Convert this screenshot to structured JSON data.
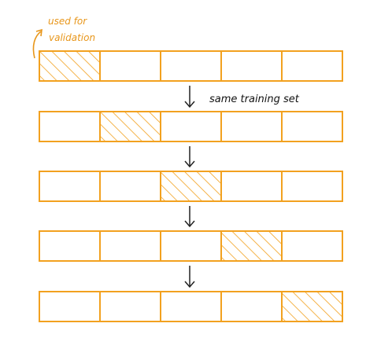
{
  "colors": {
    "fold_stroke": "#f2a11f",
    "hatch": "#f2a11f",
    "annotation_text": "#e8961a",
    "arrow": "#222222",
    "caption_text": "#111111",
    "background": "#ffffff"
  },
  "annotation": {
    "line1": "used for",
    "line2": "validation"
  },
  "caption": "same training set",
  "folds": {
    "count_per_row": 5,
    "rows": [
      {
        "validation_index": 0
      },
      {
        "validation_index": 1
      },
      {
        "validation_index": 2
      },
      {
        "validation_index": 3
      },
      {
        "validation_index": 4
      }
    ]
  },
  "icons": {
    "arrow": "down-arrow-icon",
    "curved_arrow": "curved-arrow-icon"
  }
}
